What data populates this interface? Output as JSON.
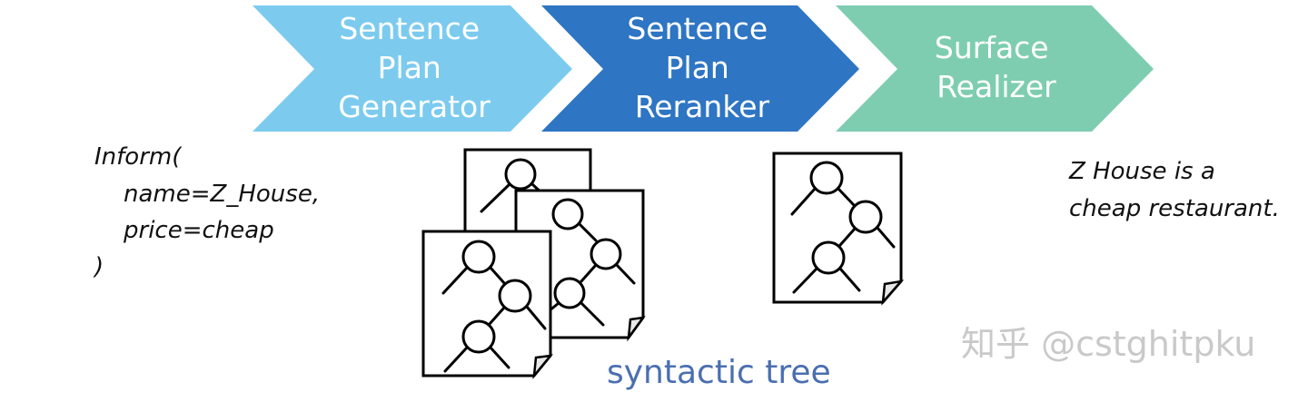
{
  "pipeline": {
    "stages": [
      {
        "lines": [
          "Sentence",
          "Plan",
          "Generator"
        ],
        "color": "#7ccbef"
      },
      {
        "lines": [
          "Sentence",
          "Plan",
          "Reranker"
        ],
        "color": "#2e75c3"
      },
      {
        "lines": [
          "Surface",
          "Realizer"
        ],
        "color": "#7ecdb1"
      }
    ]
  },
  "input": {
    "lines": [
      "Inform(",
      "name=Z_House,",
      "price=cheap",
      ")"
    ]
  },
  "output": {
    "lines": [
      "Z House is a",
      "cheap restaurant."
    ]
  },
  "caption": {
    "text": "syntactic tree",
    "color": "#4a6fb0"
  },
  "watermark": {
    "text": "知乎 @cstghitpku"
  }
}
